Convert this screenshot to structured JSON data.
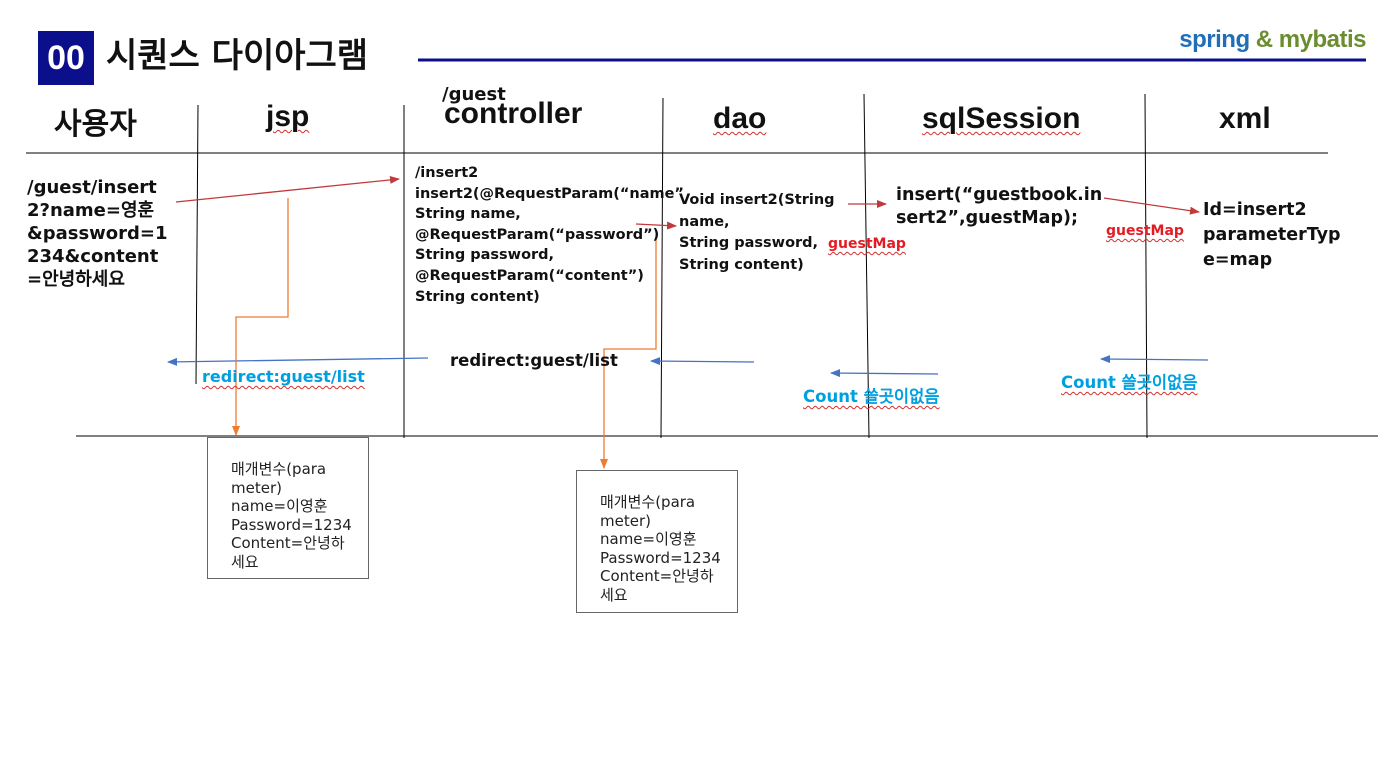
{
  "header": {
    "badge": "00",
    "title": "시퀀스 다이아그램",
    "logo": {
      "spring": "spring",
      "amp": "&",
      "mybatis": "mybatis"
    }
  },
  "lanes": {
    "user": "사용자",
    "jsp": "jsp",
    "controller_prefix": "/guest",
    "controller": "controller",
    "dao": "dao",
    "sqlsession": "sqlSession",
    "xml": "xml"
  },
  "request_url": [
    "/guest/insert",
    "2?name=영훈",
    "&password=1",
    "234&content",
    "=안녕하세요"
  ],
  "controller_method": {
    "mapping": "/insert2",
    "lines": [
      "insert2(@RequestParam(“name”",
      "String name,",
      "@RequestParam(“password”)",
      "String password,",
      "@RequestParam(“content”)",
      "String content)"
    ]
  },
  "dao_method": [
    "Void insert2(String",
    "name,",
    "String password,",
    "String content)"
  ],
  "session_call": [
    "insert(“guestbook.in",
    "sert2”,guestMap);"
  ],
  "xml_mapping": [
    "Id=insert2",
    "parameterTyp",
    "e=map"
  ],
  "arrow_labels": {
    "dao_to_session": "guestMap",
    "session_to_xml": "guestMap",
    "jsp_redirect": "redirect:guest/list",
    "controller_redirect": "redirect:guest/list",
    "session_return": "Count 쓸곳이없음",
    "xml_return": "Count 쓸곳이없음"
  },
  "param_boxes": [
    {
      "lines": [
        "매개변수(para",
        "meter)",
        "name=이영훈",
        "Password=1234",
        "Content=안녕하",
        "세요"
      ]
    },
    {
      "lines": [
        "매개변수(para",
        "meter)",
        "name=이영훈",
        "Password=1234",
        "Content=안녕하",
        "세요"
      ]
    }
  ],
  "colors": {
    "badge": "#0b0f8c",
    "red_arrow": "#c0393b",
    "blue_arrow": "#4472c4",
    "orange_arrow": "#ed7d31",
    "cyan_text": "#00a0e0",
    "red_text": "#e31b23"
  }
}
